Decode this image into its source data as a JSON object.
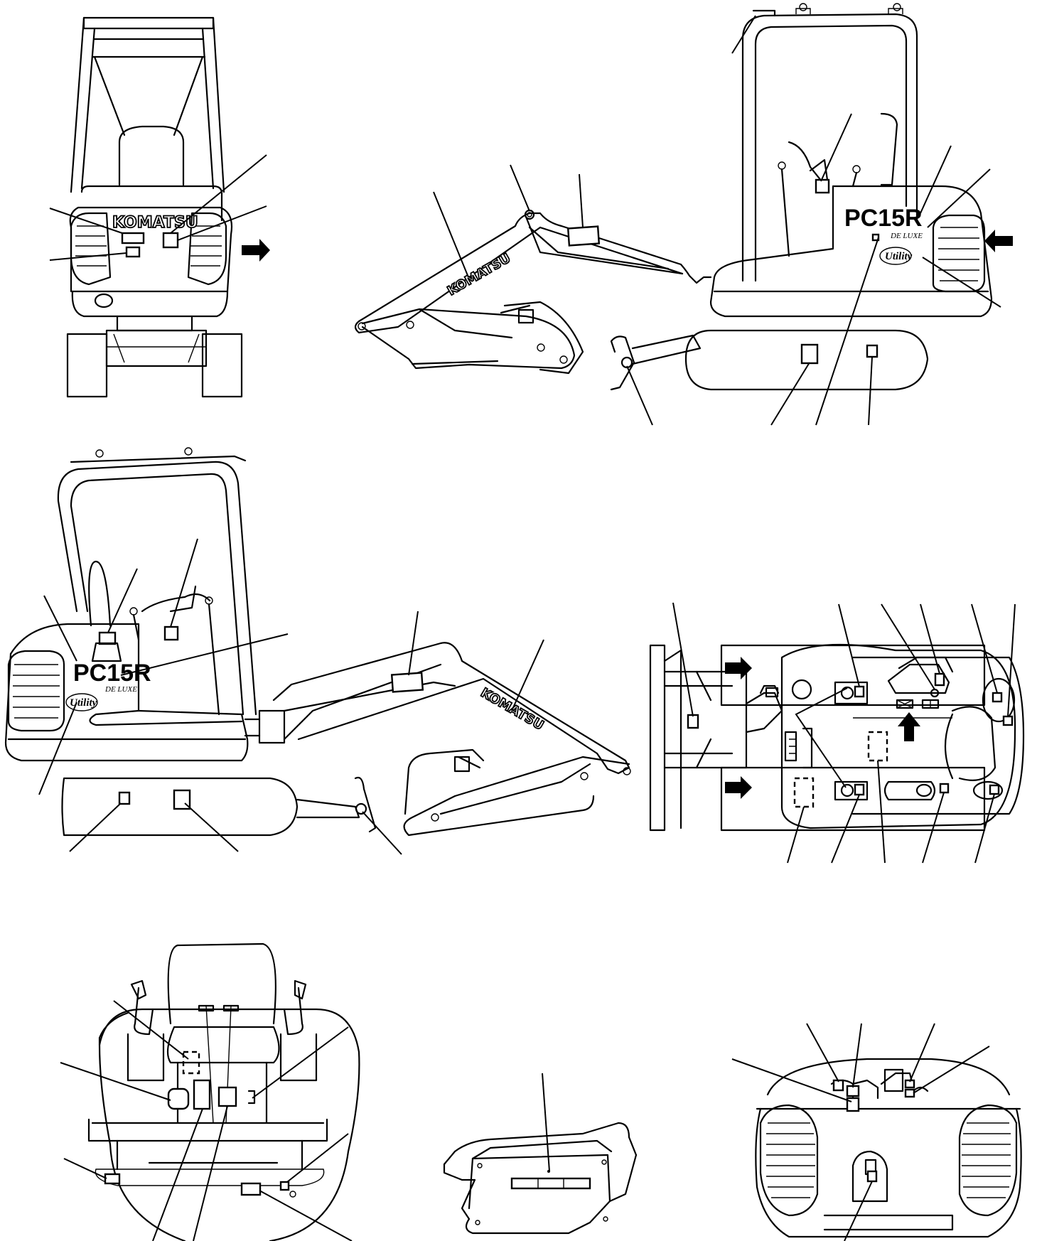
{
  "brand_text": "KOMATSU",
  "model_text": "PC15R",
  "model_sub": "DE LUXE",
  "logo_text": "Utility",
  "colors": {
    "line": "#000000",
    "background": "#ffffff"
  }
}
